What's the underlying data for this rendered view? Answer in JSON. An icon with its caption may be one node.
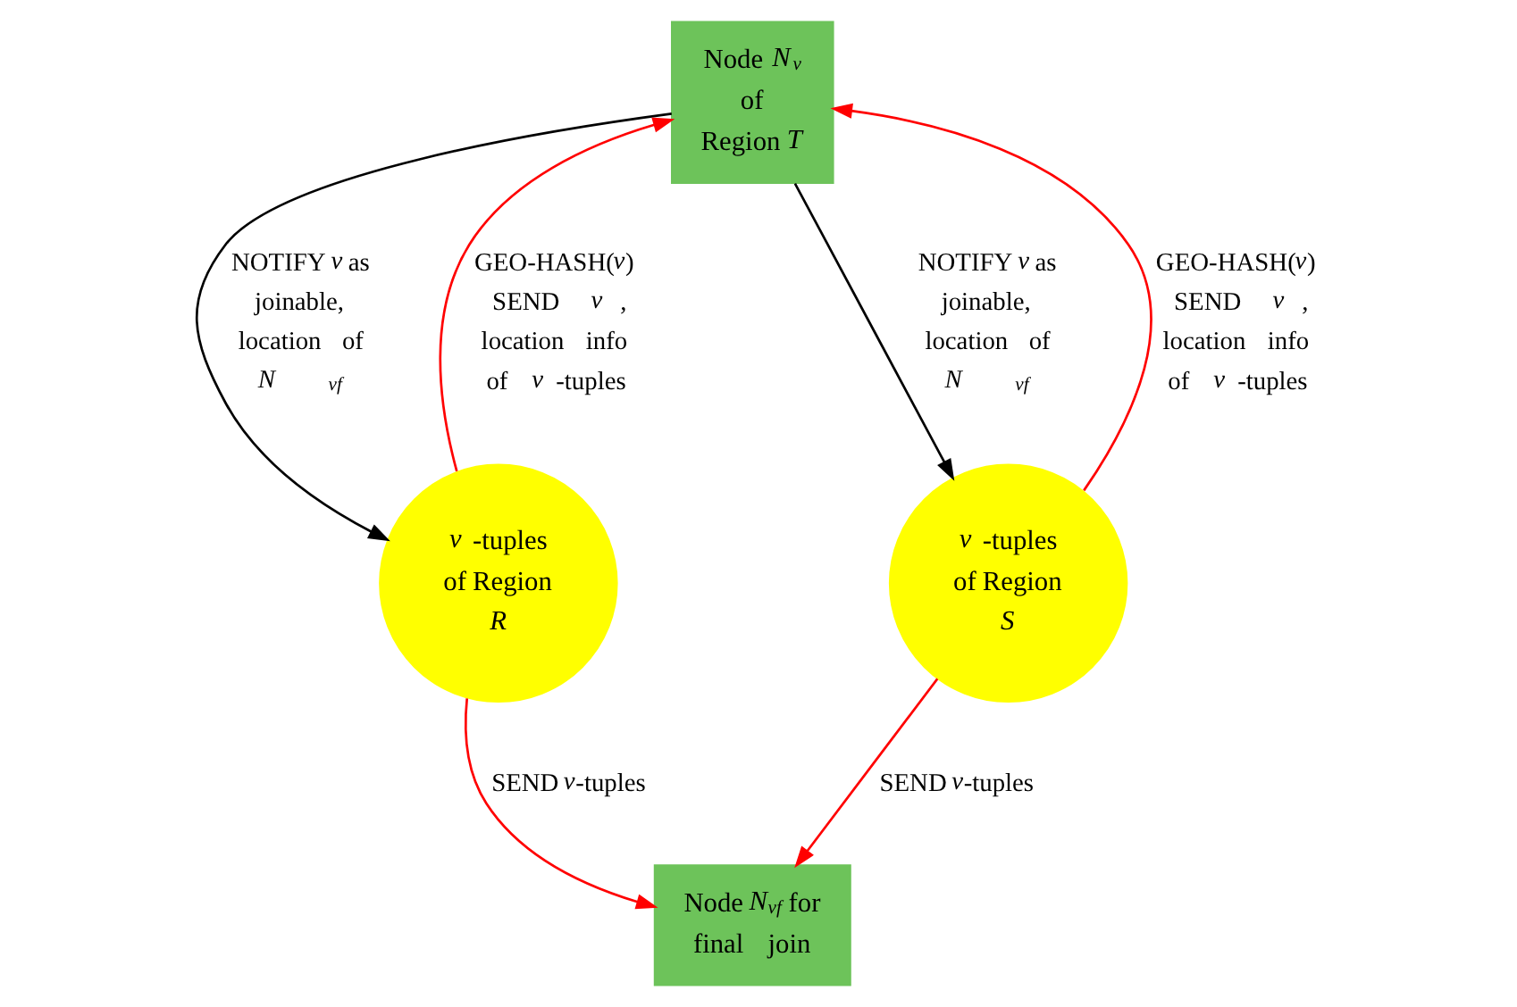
{
  "diagram": {
    "nodes": [
      {
        "text": [
          "Node *N*$_{v}$ of Region *T*"
        ]
      },
      {
        "text": [
          "*v*-tuples of Region *R*"
        ]
      },
      {
        "text": [
          "*v*-tuples of Region *S*"
        ]
      },
      {
        "text": [
          "Node *N*$_{vf}$ for final join"
        ]
      }
    ],
    "edges": [
      {
        "from": 1,
        "to": 0,
        "arrow": "to",
        "label": "GEO-HASH(*v*) SEND *v*, location info of *v*-tuples"
      },
      {
        "from": 0,
        "to": 1,
        "arrow": "to",
        "label": "NOTIFY *v* as joinable, location of *N*$_{vf}$",
        "color": "#000000"
      },
      {
        "from": 0,
        "to": 2,
        "arrow": "to",
        "label": "NOTIFY *v* as joinable, location of *N*$_{vf}$",
        "color": "#000000"
      },
      {
        "from": 2,
        "to": 0,
        "arrow": "to",
        "label": "GEO-HASH(*v*) SEND *v*, location info of *v*-tuples"
      },
      {
        "from": 1,
        "to": 3,
        "arrow": "to",
        "label": "SEND *v*-tuples"
      },
      {
        "from": 2,
        "to": 3,
        "arrow": "to",
        "label": "SEND *v*-tuples"
      }
    ]
  }
}
